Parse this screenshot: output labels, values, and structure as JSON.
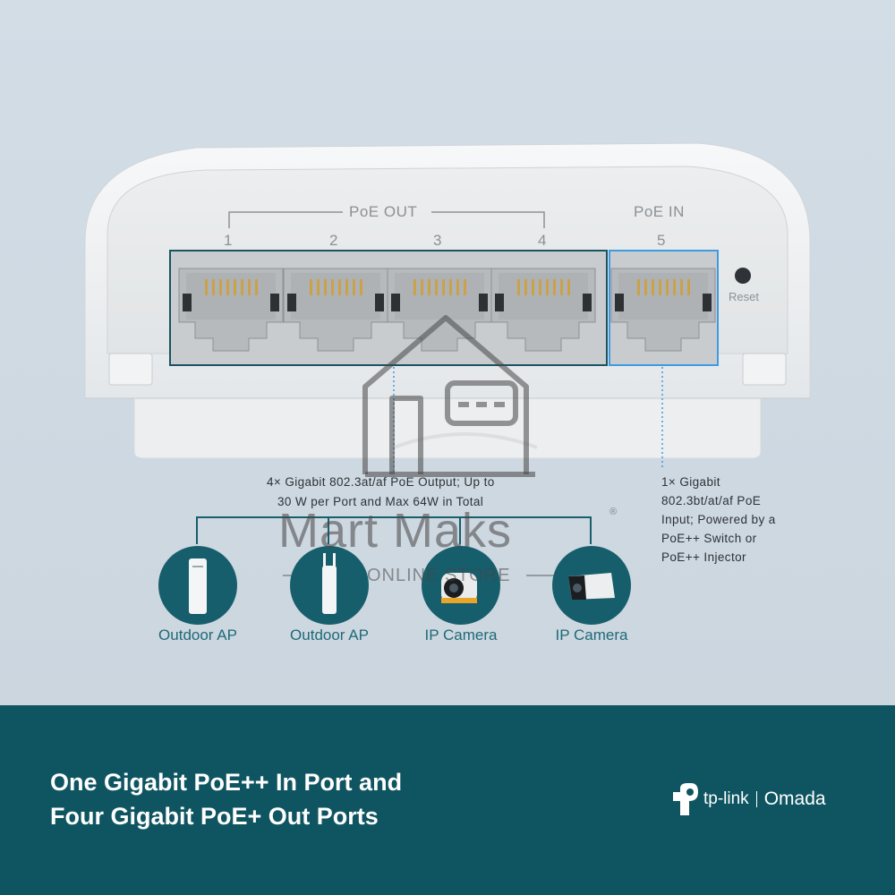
{
  "switch": {
    "poe_out_header": "PoE OUT",
    "poe_in_header": "PoE IN",
    "port_numbers": [
      "1",
      "2",
      "3",
      "4",
      "5"
    ],
    "reset_label": "Reset"
  },
  "descriptions": {
    "out_line1": "4× Gigabit 802.3at/af PoE Output; Up to",
    "out_line2": "30 W per Port and Max 64W in Total",
    "in_lines": [
      "1× Gigabit",
      "802.3bt/at/af PoE",
      "Input; Powered by a",
      "PoE++ Switch or",
      "PoE++ Injector"
    ]
  },
  "devices": [
    {
      "label": "Outdoor AP",
      "icon": "outdoor-ap-icon"
    },
    {
      "label": "Outdoor AP",
      "icon": "outdoor-ap-antenna-icon"
    },
    {
      "label": "IP Camera",
      "icon": "dome-camera-icon"
    },
    {
      "label": "IP Camera",
      "icon": "bullet-camera-icon"
    }
  ],
  "watermark": {
    "name": "Mart Maks",
    "sub": "ONLINE STORE",
    "registered": "®"
  },
  "banner": {
    "line1": "One Gigabit PoE++ In Port and",
    "line2": "Four Gigabit PoE+ Out Ports"
  },
  "brand": {
    "tplink": "tp-link",
    "omada": "Omada"
  },
  "colors": {
    "accent_teal": "#0f5561",
    "device_circle": "#175e6c",
    "poe_in_highlight": "#3e9be0",
    "poe_out_highlight": "#1a5362"
  }
}
